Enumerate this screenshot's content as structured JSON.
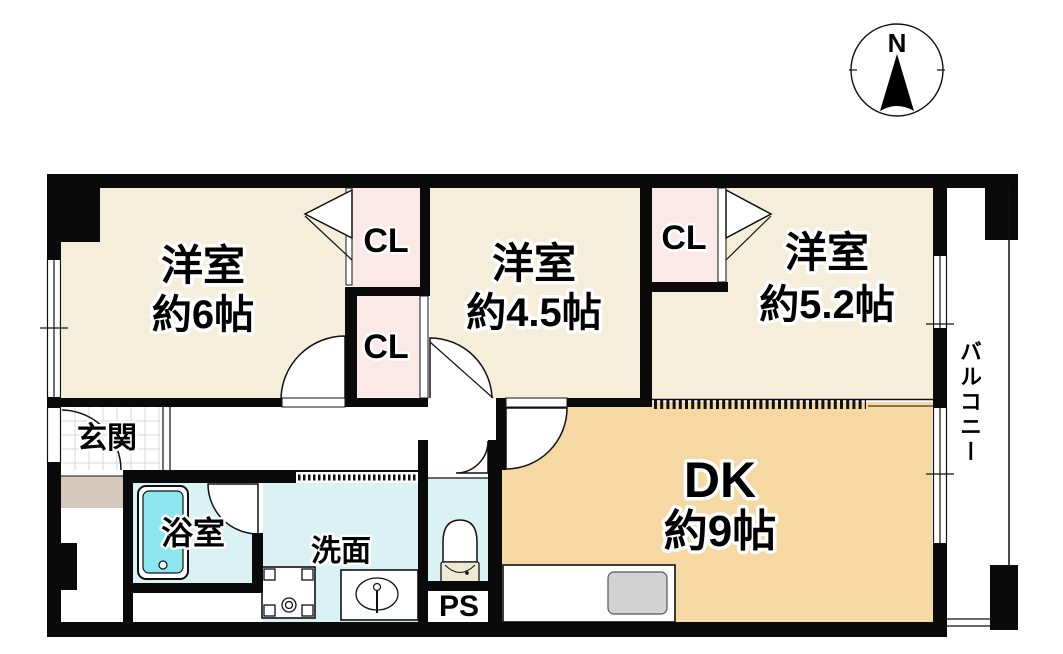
{
  "compass": {
    "north_label": "N"
  },
  "colors": {
    "wall": "#0a0a0a",
    "room_cream": "#f5eedb",
    "closet_pink": "#fbe9e8",
    "dk_tan": "#f6d9a2",
    "wet_cyan": "#daf2f4",
    "tub_cyan": "#8de6ef",
    "tank_beige": "#efe8d2",
    "entrance_beige": "#d6c9bb",
    "counter_gray": "#d2d2d2"
  },
  "rooms": {
    "western1": {
      "name": "洋室",
      "size": "約6帖"
    },
    "western2": {
      "name": "洋室",
      "size": "約4.5帖"
    },
    "western3": {
      "name": "洋室",
      "size": "約5.2帖"
    },
    "dining_kitchen": {
      "name": "DK",
      "size": "約9帖"
    },
    "closet_a": {
      "label": "CL"
    },
    "closet_b": {
      "label": "CL"
    },
    "closet_c": {
      "label": "CL"
    },
    "entrance": {
      "label": "玄関"
    },
    "bathroom": {
      "label": "浴室"
    },
    "washroom": {
      "label": "洗面"
    },
    "pipe_space": {
      "label": "PS"
    },
    "balcony": {
      "label": "バルコニー"
    }
  }
}
